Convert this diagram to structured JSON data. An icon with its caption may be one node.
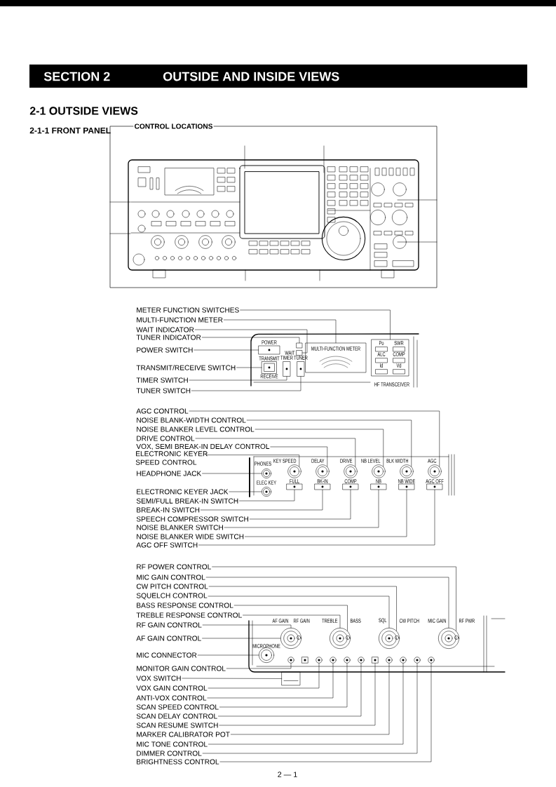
{
  "diagram": {
    "nodes": [
      {
        "text": [
          "METER FUNCTION SWITCHES"
        ]
      },
      {
        "text": [
          "MULTI-FUNCTION METER"
        ]
      },
      {
        "text": [
          "WAIT INDICATOR"
        ]
      },
      {
        "text": [
          "TUNER INDICATOR"
        ]
      },
      {
        "text": [
          "POWER SWITCH"
        ]
      },
      {
        "text": [
          "TRANSMIT/RECEIVE SWITCH"
        ]
      },
      {
        "text": [
          "TIMER SWITCH"
        ]
      },
      {
        "text": [
          "TUNER SWITCH"
        ]
      },
      {
        "text": [
          "AGC CONTROL"
        ]
      },
      {
        "text": [
          "NOISE BLANK-WIDTH CONTROL"
        ]
      },
      {
        "text": [
          "NOISE BLANKER LEVEL CONTROL"
        ]
      },
      {
        "text": [
          "DRIVE CONTROL"
        ]
      },
      {
        "text": [
          "VOX, SEMI BREAK-IN DELAY CONTROL"
        ]
      },
      {
        "text": [
          "ELECTRONIC KEYER SPEED CONTROL"
        ]
      },
      {
        "text": [
          "HEADPHONE JACK"
        ]
      },
      {
        "text": [
          "ELECTRONIC KEYER JACK"
        ]
      },
      {
        "text": [
          "SEMI/FULL BREAK-IN SWITCH"
        ]
      },
      {
        "text": [
          "BREAK-IN SWITCH"
        ]
      },
      {
        "text": [
          "SPEECH COMPRESSOR SWITCH"
        ]
      },
      {
        "text": [
          "NOISE BLANKER SWITCH"
        ]
      },
      {
        "text": [
          "NOISE BLANKER WIDE SWITCH"
        ]
      },
      {
        "text": [
          "AGC OFF SWITCH"
        ]
      },
      {
        "text": [
          "RF POWER CONTROL"
        ]
      },
      {
        "text": [
          "MIC GAIN CONTROL"
        ]
      },
      {
        "text": [
          "CW PITCH CONTROL"
        ]
      },
      {
        "text": [
          "SQUELCH CONTROL"
        ]
      },
      {
        "text": [
          "BASS RESPONSE CONTROL"
        ]
      },
      {
        "text": [
          "TREBLE RESPONSE CONTROL"
        ]
      },
      {
        "text": [
          "RF GAIN CONTROL"
        ]
      },
      {
        "text": [
          "AF GAIN CONTROL"
        ]
      },
      {
        "text": [
          "MIC CONNECTOR"
        ]
      },
      {
        "text": [
          "MONITOR GAIN CONTROL"
        ]
      },
      {
        "text": [
          "VOX SWITCH"
        ]
      },
      {
        "text": [
          "VOX GAIN CONTROL"
        ]
      },
      {
        "text": [
          "ANTI-VOX CONTROL"
        ]
      },
      {
        "text": [
          "SCAN SPEED CONTROL"
        ]
      },
      {
        "text": [
          "SCAN DELAY CONTROL"
        ]
      },
      {
        "text": [
          "SCAN RESUME SWITCH"
        ]
      },
      {
        "text": [
          "MARKER CALIBRATOR POT"
        ]
      },
      {
        "text": [
          "MIC TONE CONTROL"
        ]
      },
      {
        "text": [
          "DIMMER CONTROL"
        ]
      },
      {
        "text": [
          "BRIGHTNESS CONTROL"
        ]
      },
      {
        "text": [
          "POWER"
        ]
      },
      {
        "text": [],
        "shape": "box"
      },
      {
        "text": [
          "WAIT"
        ]
      },
      {
        "text": [
          "TRANSMIT",
          "RECEIVE"
        ]
      },
      {
        "text": [
          "TIMER"
        ]
      },
      {
        "text": [
          "TUNER"
        ]
      },
      {
        "text": [
          "MULTI-FUNCTION METER"
        ]
      },
      {
        "text": [
          "Po",
          "SWR",
          "ALC",
          "COMP",
          "Id",
          "Vd"
        ]
      },
      {
        "text": [
          "PHONES"
        ]
      },
      {
        "text": [
          "KEY SPEED"
        ]
      },
      {
        "text": [
          "DELAY"
        ]
      },
      {
        "text": [
          "DRIVE"
        ]
      },
      {
        "text": [
          "NB LEVEL"
        ]
      },
      {
        "text": [
          "BLK WIDTH"
        ]
      },
      {
        "text": [
          "AGC"
        ]
      },
      {
        "text": [
          "ELEC KEY"
        ]
      },
      {
        "text": [
          "FULL"
        ]
      },
      {
        "text": [
          "BK-IN"
        ]
      },
      {
        "text": [
          "COMP"
        ]
      },
      {
        "text": [
          "NB"
        ]
      },
      {
        "text": [
          "NB WIDE"
        ]
      },
      {
        "text": [
          "AGC OFF"
        ]
      },
      {
        "text": [
          "AF GAIN",
          "RF GAIN"
        ]
      },
      {
        "text": [
          "TREBLE",
          "BASS"
        ]
      },
      {
        "text": [
          "SQL",
          "CW PITCH"
        ]
      },
      {
        "text": [
          "MIC GAIN",
          "RF PWR"
        ]
      },
      {
        "text": [
          "MICROPHONE"
        ]
      },
      {
        "text": [],
        "shape": "circle"
      },
      {
        "text": [],
        "shape": "box"
      },
      {
        "text": [],
        "shape": "circle"
      },
      {
        "text": [],
        "shape": "circle"
      },
      {
        "text": [],
        "shape": "circle"
      },
      {
        "text": [],
        "shape": "circle"
      },
      {
        "text": [],
        "shape": "box"
      },
      {
        "text": [],
        "shape": "circle"
      },
      {
        "text": [],
        "shape": "circle"
      },
      {
        "text": [],
        "shape": "circle"
      },
      {
        "text": [],
        "shape": "circle"
      },
      {
        "text": [],
        "shape": "box"
      }
    ],
    "edges": [
      {
        "from": 0,
        "to": 49,
        "arrow": "none"
      },
      {
        "from": 1,
        "to": 48,
        "arrow": "none"
      },
      {
        "from": 2,
        "to": 44,
        "arrow": "none"
      },
      {
        "from": 3,
        "to": 43,
        "arrow": "none"
      },
      {
        "from": 4,
        "to": 42,
        "arrow": "none"
      },
      {
        "from": 5,
        "to": 45,
        "arrow": "none"
      },
      {
        "from": 6,
        "to": 46,
        "arrow": "none"
      },
      {
        "from": 7,
        "to": 47,
        "arrow": "none"
      },
      {
        "from": 8,
        "to": 56,
        "arrow": "none"
      },
      {
        "from": 9,
        "to": 55,
        "arrow": "none"
      },
      {
        "from": 10,
        "to": 54,
        "arrow": "none"
      },
      {
        "from": 11,
        "to": 53,
        "arrow": "none"
      },
      {
        "from": 12,
        "to": 52,
        "arrow": "none"
      },
      {
        "from": 13,
        "to": 51,
        "arrow": "none"
      },
      {
        "from": 14,
        "to": 50,
        "arrow": "none"
      },
      {
        "from": 15,
        "to": 57,
        "arrow": "none"
      },
      {
        "from": 16,
        "to": 58,
        "arrow": "none"
      },
      {
        "from": 17,
        "to": 59,
        "arrow": "none"
      },
      {
        "from": 18,
        "to": 60,
        "arrow": "none"
      },
      {
        "from": 19,
        "to": 61,
        "arrow": "none"
      },
      {
        "from": 20,
        "to": 62,
        "arrow": "none"
      },
      {
        "from": 21,
        "to": 63,
        "arrow": "none"
      },
      {
        "from": 22,
        "to": 67,
        "arrow": "none"
      },
      {
        "from": 23,
        "to": 67,
        "arrow": "none"
      },
      {
        "from": 24,
        "to": 66,
        "arrow": "none"
      },
      {
        "from": 25,
        "to": 66,
        "arrow": "none"
      },
      {
        "from": 26,
        "to": 65,
        "arrow": "none"
      },
      {
        "from": 27,
        "to": 65,
        "arrow": "none"
      },
      {
        "from": 28,
        "to": 64,
        "arrow": "none"
      },
      {
        "from": 29,
        "to": 64,
        "arrow": "none"
      },
      {
        "from": 30,
        "to": 68,
        "arrow": "none"
      },
      {
        "from": 31,
        "to": 69,
        "arrow": "none"
      },
      {
        "from": 32,
        "to": 80,
        "arrow": "none"
      },
      {
        "from": 33,
        "to": 71,
        "arrow": "none"
      },
      {
        "from": 34,
        "to": 72,
        "arrow": "none"
      },
      {
        "from": 35,
        "to": 73,
        "arrow": "none"
      },
      {
        "from": 36,
        "to": 74,
        "arrow": "none"
      },
      {
        "from": 37,
        "to": 75,
        "arrow": "none"
      },
      {
        "from": 38,
        "to": 76,
        "arrow": "none"
      },
      {
        "from": 39,
        "to": 77,
        "arrow": "none"
      },
      {
        "from": 40,
        "to": 78,
        "arrow": "none"
      },
      {
        "from": 41,
        "to": 79,
        "arrow": "none"
      }
    ],
    "labels": [
      "SECTION 2",
      "OUTSIDE AND INSIDE VIEWS",
      "2-1 OUTSIDE VIEWS",
      "2-1-1 FRONT PANEL",
      "CONTROL LOCATIONS",
      "HF TRANSCEIVER",
      "2 — 1"
    ]
  }
}
